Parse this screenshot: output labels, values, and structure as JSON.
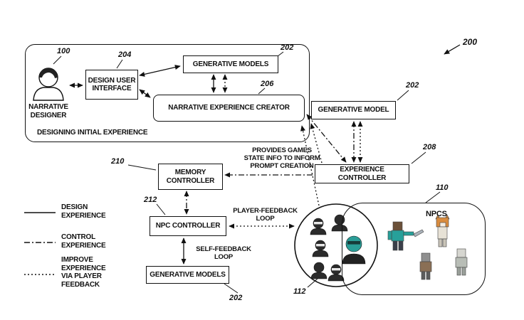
{
  "refs": {
    "r200": "200",
    "r100": "100",
    "r204": "204",
    "r202_top": "202",
    "r206": "206",
    "r202_right": "202",
    "r208": "208",
    "r210": "210",
    "r212": "212",
    "r202_bottom": "202",
    "r110": "110",
    "r112": "112"
  },
  "boxes": {
    "designing_container": {
      "label": "DESIGNING INITIAL EXPERIENCE"
    },
    "design_user_interface": {
      "label": "DESIGN USER\nINTERFACE"
    },
    "generative_models_top": {
      "label": "GENERATIVE MODELS"
    },
    "narrative_experience_creator": {
      "label": "NARRATIVE EXPERIENCE CREATOR"
    },
    "generative_model_right": {
      "label": "GENERATIVE MODEL"
    },
    "experience_controller": {
      "label": "EXPERIENCE CONTROLLER"
    },
    "memory_controller": {
      "label": "MEMORY\nCONTROLLER"
    },
    "npc_controller": {
      "label": "NPC CONTROLLER"
    },
    "generative_models_bottom": {
      "label": "GENERATIVE MODELS"
    },
    "npcs_container": {
      "label": "NPCS"
    }
  },
  "actors": {
    "narrative_designer": {
      "label": "NARRATIVE\nDESIGNER"
    }
  },
  "annotations": {
    "provides_game_state": "PROVIDES GAMES\nSTATE INFO TO INFORM\nPROMPT CREATION",
    "player_feedback_loop": "PLAYER-FEEDBACK\nLOOP",
    "self_feedback_loop": "SELF-FEEDBACK\nLOOP"
  },
  "legend": {
    "items": [
      {
        "style": "solid",
        "label": "DESIGN\nEXPERIENCE"
      },
      {
        "style": "dashdot",
        "label": "CONTROL\nEXPERIENCE"
      },
      {
        "style": "dotted",
        "label": "IMPROVE\nEXPERIENCE\nVIA PLAYER\nFEEDBACK"
      }
    ]
  },
  "colors": {
    "line": "#111111",
    "background": "#ffffff",
    "npc_teal": "#27a09a",
    "npc_orange": "#d98c3f"
  }
}
